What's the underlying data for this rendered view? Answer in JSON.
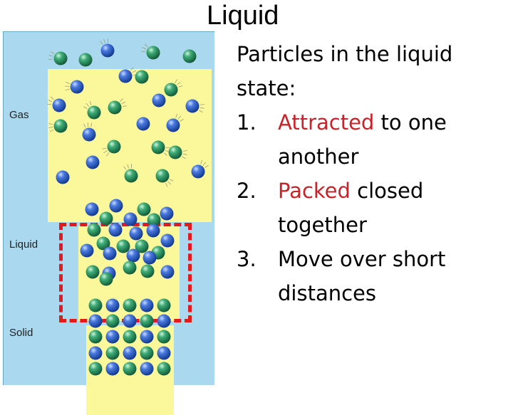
{
  "slide": {
    "title": "Liquid"
  },
  "figure": {
    "labels": {
      "gas": "Gas",
      "liquid": "Liquid",
      "solid": "Solid"
    },
    "colors": {
      "box": "#fbf89c",
      "background": "#aad8ee",
      "frame": "#e3191f",
      "blue": "#2c5bc0",
      "green": "#2f9c6a"
    }
  },
  "content": {
    "intro": "Particles in the liquid state:",
    "items": [
      {
        "number": "1.",
        "highlight": "Attracted",
        "rest": " to one another"
      },
      {
        "number": "2.",
        "highlight": "Packed",
        "rest": " closed together"
      },
      {
        "number": "3.",
        "highlight": "",
        "rest": "Move over short distances"
      }
    ],
    "highlight_color": "#c7232a"
  }
}
